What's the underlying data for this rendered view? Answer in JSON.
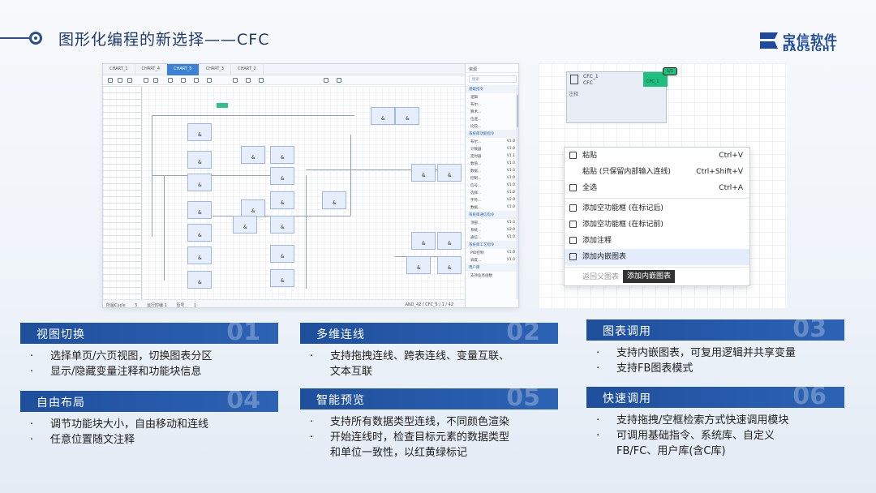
{
  "header": {
    "title": "图形化编程的新选择——CFC",
    "logo_cn": "宝信软件",
    "logo_en": "BAOSIGHT"
  },
  "editor": {
    "tabs": [
      "CHART_1",
      "CHART_4",
      "CHART_5",
      "CHART_3",
      "CHART_2"
    ],
    "active_tab": 2,
    "status": {
      "cycle_label": "所属Cycle",
      "cycle_value": "5",
      "exec_order": "运行时编 1",
      "page_label": "页号",
      "page_value": "1",
      "path": "AND_42 / CFC_5 / 1 / 42"
    },
    "library": {
      "title": "资源",
      "search_placeholder": "搜索",
      "sections": [
        {
          "name": "基础指令",
          "items": [
            {
              "label": "逻辑"
            },
            {
              "label": "布尔..."
            },
            {
              "label": "算术..."
            },
            {
              "label": "位逻..."
            },
            {
              "label": "比较..."
            }
          ]
        },
        {
          "name": "系统库功能指令",
          "items": [
            {
              "label": "布尔...",
              "ver": "V1.0"
            },
            {
              "label": "计数器",
              "ver": "V1.0"
            },
            {
              "label": "定时器",
              "ver": "V1.1"
            },
            {
              "label": "数值...",
              "ver": "V1.0"
            },
            {
              "label": "数据...",
              "ver": "V1.0"
            },
            {
              "label": "控制...",
              "ver": "V1.0"
            },
            {
              "label": "信号...",
              "ver": "V1.0"
            },
            {
              "label": "选择...",
              "ver": "V1.0"
            },
            {
              "label": "字符...",
              "ver": "V2.0"
            },
            {
              "label": "数据...",
              "ver": "V1.0"
            }
          ]
        },
        {
          "name": "系统库通信指令",
          "items": [
            {
              "label": "顶部...",
              "ver": "V1.0"
            },
            {
              "label": "系统...",
              "ver": "V2.0"
            },
            {
              "label": "通信...",
              "ver": "V1.0"
            }
          ]
        },
        {
          "name": "系统库工艺指令",
          "items": [
            {
              "label": "PID控制",
              "ver": "V1.0"
            },
            {
              "label": "调度...",
              "ver": "V1.0"
            }
          ]
        },
        {
          "name": "用户库",
          "items": [
            {
              "label": "支持业务函数"
            }
          ]
        }
      ]
    }
  },
  "context": {
    "block": {
      "name": "CFC_1",
      "type": "CFC",
      "comment": "注释",
      "green_label": "CFC_1",
      "badge": "1/1"
    },
    "menu": [
      {
        "label": "粘贴",
        "shortcut": "Ctrl+V",
        "icon": "paste-icon"
      },
      {
        "label": "粘贴 (只保留内部输入连线)",
        "shortcut": "Ctrl+Shift+V",
        "icon": ""
      },
      {
        "label": "全选",
        "shortcut": "Ctrl+A",
        "icon": "select-all-icon"
      },
      {
        "label": "添加空功能框 (在标记后)",
        "shortcut": "",
        "icon": "add-block-icon"
      },
      {
        "label": "添加空功能框 (在标记前)",
        "shortcut": "",
        "icon": "add-block-icon"
      },
      {
        "label": "添加注释",
        "shortcut": "",
        "icon": "comment-icon"
      },
      {
        "label": "添加内嵌图表",
        "shortcut": "",
        "icon": "embed-chart-icon"
      },
      {
        "label": "返回父图表",
        "shortcut": "",
        "icon": ""
      }
    ],
    "tooltip": "添加内嵌图表"
  },
  "cards": [
    {
      "title": "视图切换",
      "num": "01",
      "bullets": [
        "选择单页/六页视图，切换图表分区",
        "显示/隐藏变量注释和功能块信息"
      ]
    },
    {
      "title": "多维连线",
      "num": "02",
      "bullets": [
        "支持拖拽连线、跨表连线、变量互联、",
        "文本互联"
      ]
    },
    {
      "title": "图表调用",
      "num": "03",
      "bullets": [
        "支持内嵌图表，可复用逻辑并共享变量",
        "支持FB图表模式"
      ]
    },
    {
      "title": "自由布局",
      "num": "04",
      "bullets": [
        "调节功能块大小，自由移动和连线",
        "任意位置随文注释"
      ]
    },
    {
      "title": "智能预览",
      "num": "05",
      "bullets": [
        "支持所有数据类型连线，不同颜色渲染",
        "开始连线时，检查目标元素的数据类型",
        "和单位一致性，以红黄绿标记"
      ]
    },
    {
      "title": "快速调用",
      "num": "06",
      "bullets": [
        "支持拖拽/空框检索方式快速调用模块",
        "可调用基础指令、系统库、自定义",
        "FB/FC、用户库(含C库)"
      ]
    }
  ],
  "colors": {
    "accent": "#1e4f9c",
    "green": "#1fbf7f",
    "tab_active": "#3b82d6"
  }
}
